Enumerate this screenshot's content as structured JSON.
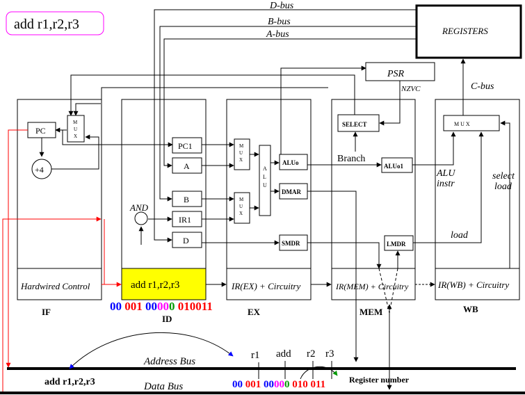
{
  "instruction_label": "add r1,r2,r3",
  "buses": {
    "d_bus": "D-bus",
    "b_bus": "B-bus",
    "a_bus": "A-bus",
    "c_bus": "C-bus",
    "address_bus": "Address Bus",
    "data_bus": "Data Bus"
  },
  "registers": "REGISTERS",
  "psr": "PSR",
  "nzvc": "NZVC",
  "select": "SELECT",
  "branch": "Branch",
  "if_stage": {
    "pc": "PC",
    "mux": "M\nU\nX",
    "plus4": "+4",
    "control": "Hardwired Control",
    "label": "IF"
  },
  "id_stage": {
    "pc1": "PC1",
    "a": "A",
    "b": "B",
    "ir1": "IR1",
    "d": "D",
    "and": "AND",
    "current": "add r1,r2,r3",
    "label": "ID"
  },
  "ex_stage": {
    "mux1": "M\nU\nX",
    "mux2": "M\nU\nX",
    "alu": "A\nL\nU",
    "aluo": "ALUo",
    "dmar": "DMAR",
    "smdr": "SMDR",
    "circuitry": "IR(EX) + Circuitry",
    "label": "EX"
  },
  "mem_stage": {
    "aluo1": "ALUo1",
    "lmdr": "LMDR",
    "circuitry": "IR(MEM) + Circuitry",
    "label": "MEM"
  },
  "wb_stage": {
    "mux": "M U X",
    "alu_instr_1": "ALU",
    "alu_instr_2": "instr",
    "select_load_1": "select",
    "select_load_2": "load",
    "load": "load",
    "circuitry": "IR(WB) + Circuitry",
    "label": "WB"
  },
  "encoding": [
    {
      "text": "00",
      "color": "#0000ff"
    },
    {
      "text": "001",
      "color": "#ff0000"
    },
    {
      "text": "00",
      "color": "#0000ff"
    },
    {
      "text": "00",
      "color": "#ff00ff"
    },
    {
      "text": "0",
      "color": "#009900"
    },
    {
      "text": "010011",
      "color": "#ff0000"
    }
  ],
  "bottom_encoding": [
    {
      "text": "00",
      "color": "#0000ff"
    },
    {
      "text": "001",
      "color": "#ff0000"
    },
    {
      "text": "00",
      "color": "#0000ff"
    },
    {
      "text": "00",
      "color": "#ff00ff"
    },
    {
      "text": "0",
      "color": "#009900"
    },
    {
      "text": "010",
      "color": "#ff0000"
    },
    {
      "text": "011",
      "color": "#ff0000"
    }
  ],
  "field_labels": {
    "r1": "r1",
    "add": "add",
    "r2": "r2",
    "r3": "r3"
  },
  "register_number": "Register number",
  "bus_instruction": "add r1,r2,r3",
  "colors": {
    "red": "#ff0000",
    "blue": "#0000ff",
    "magenta": "#ff00ff",
    "green": "#009900",
    "yellow": "#ffff00"
  }
}
